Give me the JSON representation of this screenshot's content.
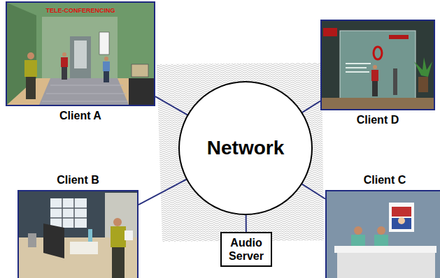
{
  "diagram": {
    "nodes": [
      {
        "text": [
          "Client A",
          "TELE-CONFERENCING"
        ]
      },
      {
        "text": [
          "Client D"
        ]
      },
      {
        "text": [
          "Network"
        ]
      },
      {
        "text": [
          "Client B"
        ]
      },
      {
        "text": [
          "Client C"
        ]
      },
      {
        "text": [
          "Audio Server"
        ]
      }
    ],
    "edges": [
      {
        "from": 0,
        "to": 2,
        "arrow": "none"
      },
      {
        "from": 1,
        "to": 2,
        "arrow": "none"
      },
      {
        "from": 3,
        "to": 2,
        "arrow": "none"
      },
      {
        "from": 4,
        "to": 2,
        "arrow": "none"
      },
      {
        "from": 5,
        "to": 2,
        "arrow": "none"
      }
    ]
  }
}
